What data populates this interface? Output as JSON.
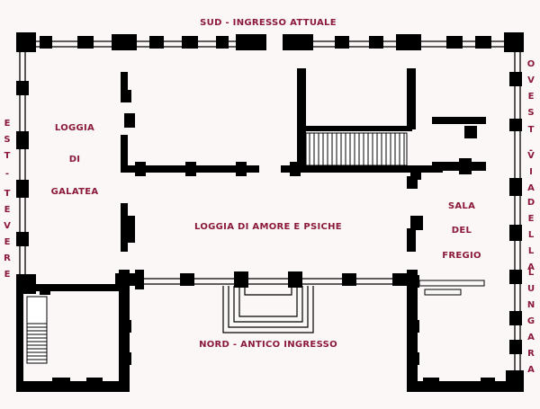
{
  "labels": {
    "south": "SUD - INGRESSO ATTUALE",
    "north": "NORD - ANTICO INGRESSO",
    "loggia_galatea_1": "LOGGIA",
    "loggia_galatea_2": "DI",
    "loggia_galatea_3": "GALATEA",
    "loggia_amore": "LOGGIA DI AMORE E PSICHE",
    "sala_1": "SALA",
    "sala_2": "DEL",
    "sala_3": "FREGIO",
    "east_letters": [
      "E",
      "S",
      "T",
      "-",
      "T",
      "E",
      "V",
      "E",
      "R",
      "E"
    ],
    "west_letters": [
      "O",
      "V",
      "E",
      "S",
      "T",
      "-",
      "V",
      "I",
      "A",
      "D",
      "E",
      "L",
      "L",
      "A",
      "L",
      "U",
      "N",
      "G",
      "A",
      "R",
      "A"
    ]
  },
  "colors": {
    "wall": "#000000",
    "text": "#8b1a3a",
    "background": "#fcf7f7"
  }
}
